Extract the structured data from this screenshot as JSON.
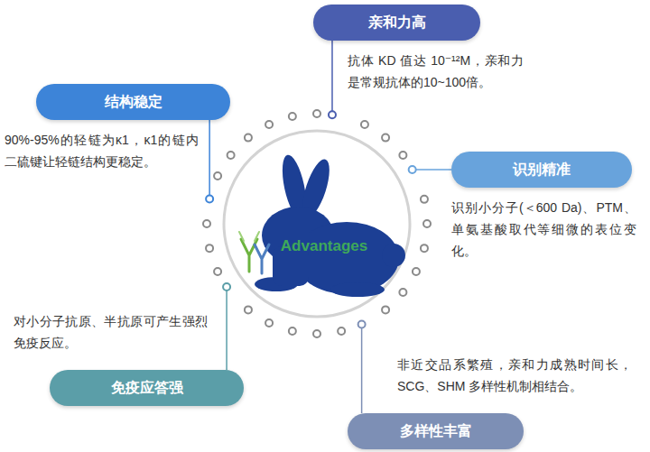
{
  "diagram": {
    "nodes": [
      {
        "text": [
          "亲和力高",
          "抗体 KD 值达 10⁻¹²M，亲和力是常规抗体的10~100倍。"
        ]
      },
      {
        "text": [
          "结构稳定",
          "90%-95%的轻链为κ1，κ1的链内二硫键让轻链结构更稳定。"
        ]
      },
      {
        "text": [
          "识别精准",
          "识别小分子(＜600 Da)、PTM、单氨基酸取代等细微的表位变化。"
        ]
      },
      {
        "text": [
          "免疫应答强",
          "对小分子抗原、半抗原可产生强烈免疫反应。"
        ]
      },
      {
        "text": [
          "多样性丰富",
          "非近交品系繁殖，亲和力成熟时间长，SCG、SHM 多样性机制相结合。"
        ]
      },
      {
        "text": [
          "Advantages"
        ]
      }
    ]
  }
}
